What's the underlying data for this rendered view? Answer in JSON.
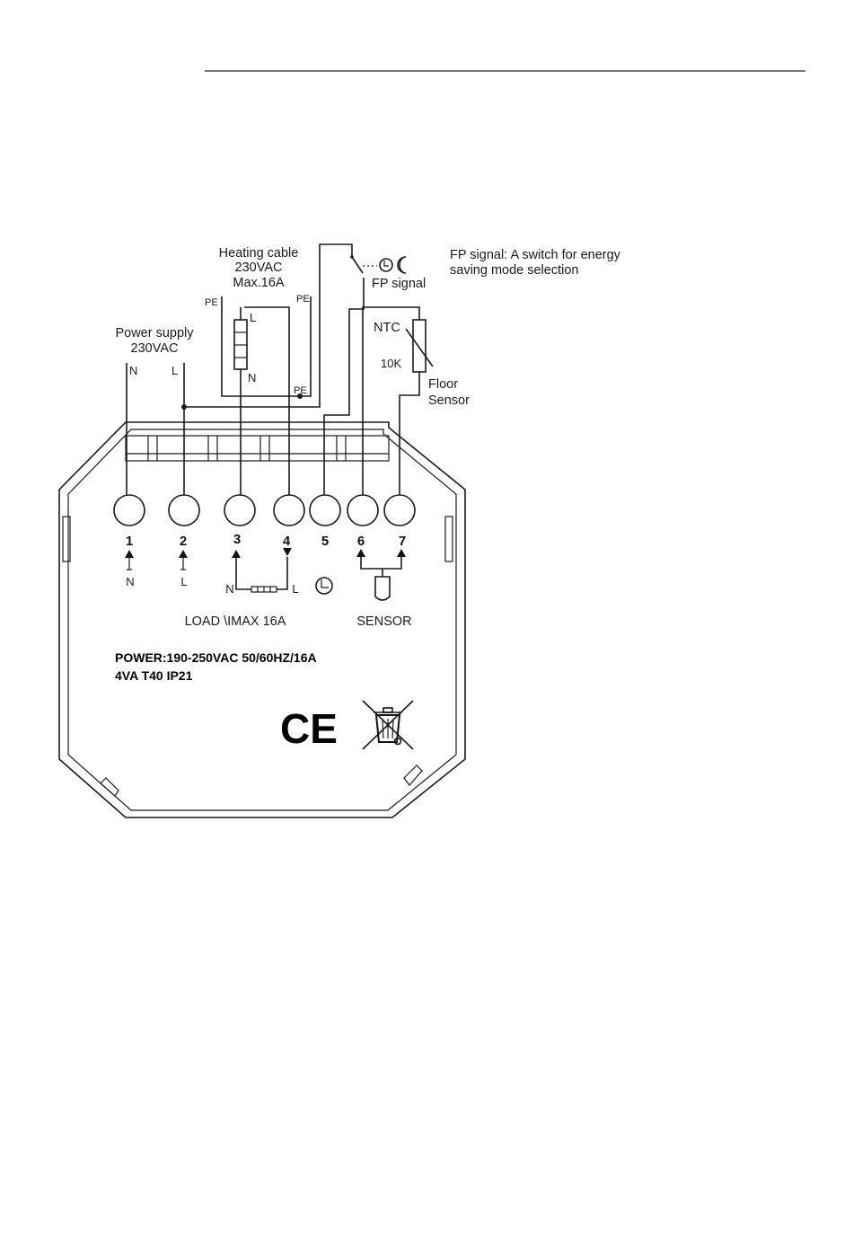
{
  "heating_cable": {
    "line1": "Heating cable",
    "line2": "230VAC",
    "line3": "Max.16A"
  },
  "fp_signal": {
    "label": "FP signal",
    "note_line1": "FP signal: A switch for energy",
    "note_line2": "saving mode selection"
  },
  "power_supply": {
    "line1": "Power supply",
    "line2": "230VAC"
  },
  "wire_labels": {
    "n": "N",
    "l": "L",
    "pe": "PE",
    "cable_l": "L",
    "cable_n": "N"
  },
  "sensor_element": {
    "ntc": "NTC",
    "resistance": "10K",
    "floor": "Floor",
    "sensor": "Sensor"
  },
  "terminals": [
    {
      "number": "1",
      "sub": "N"
    },
    {
      "number": "2",
      "sub": "L"
    },
    {
      "number": "3",
      "sub": "N"
    },
    {
      "number": "4",
      "sub": "L"
    },
    {
      "number": "5",
      "sub": ""
    },
    {
      "number": "6",
      "sub": ""
    },
    {
      "number": "7",
      "sub": ""
    }
  ],
  "device_labels": {
    "load": "LOAD \\IMAX  16A",
    "sensor": "SENSOR"
  },
  "specs": {
    "line1": "POWER:190-250VAC 50/60HZ/16A",
    "line2": "4VA    T40   IP21"
  },
  "marks": {
    "ce": "CE"
  }
}
